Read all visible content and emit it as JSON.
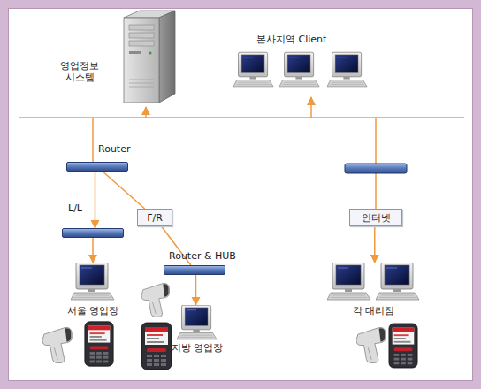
{
  "diagram": {
    "nodes": [
      {
        "text": [
          "영업정보 시스템"
        ]
      },
      {
        "text": [
          "본사지역 Client"
        ]
      },
      {
        "text": [
          "Router"
        ]
      },
      {
        "text": [
          "L/L"
        ]
      },
      {
        "text": [
          "F/R"
        ]
      },
      {
        "text": [
          "Router & HUB"
        ]
      },
      {
        "text": [
          "서울 영업장"
        ]
      },
      {
        "text": [
          "지방 영업장"
        ]
      },
      {
        "text": [
          "인터넷"
        ]
      },
      {
        "text": [
          "각 대리점"
        ]
      }
    ],
    "edges": [
      {
        "from": 2,
        "to": 3,
        "arrow": "to"
      },
      {
        "from": 2,
        "to": 4,
        "arrow": "none"
      },
      {
        "from": 4,
        "to": 5,
        "arrow": "none"
      },
      {
        "from": 3,
        "to": 6,
        "arrow": "to"
      },
      {
        "from": 5,
        "to": 7,
        "arrow": "to"
      },
      {
        "from": 8,
        "to": 9,
        "arrow": "to"
      }
    ]
  }
}
